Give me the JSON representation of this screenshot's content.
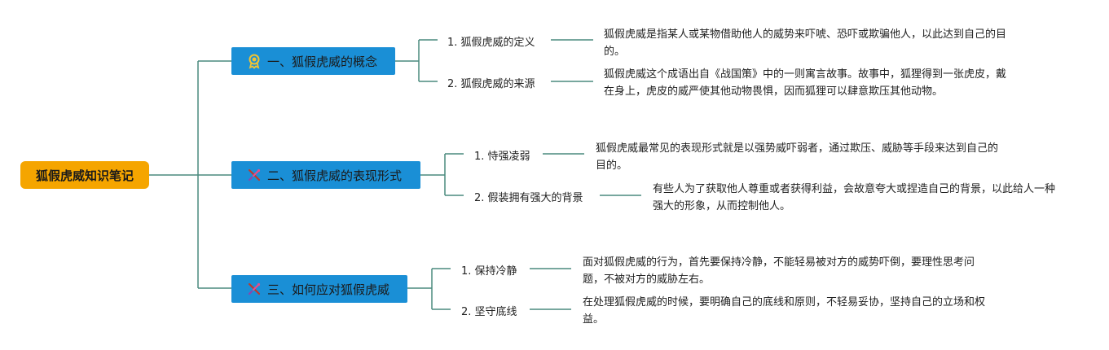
{
  "root": {
    "label": "狐假虎威知识笔记"
  },
  "colors": {
    "root_bg": "#f5a500",
    "topic_bg": "#1a8fd6",
    "connector": "#4a8a7e"
  },
  "topics": [
    {
      "label": "一、狐假虎威的概念",
      "icon": "ribbon-award-icon",
      "subs": [
        {
          "label": "1. 狐假虎威的定义",
          "desc": "狐假虎威是指某人或某物借助他人的威势来吓唬、恐吓或欺骗他人，以此达到自己的目的。"
        },
        {
          "label": "2. 狐假虎威的来源",
          "desc": "狐假虎威这个成语出自《战国策》中的一则寓言故事。故事中，狐狸得到一张虎皮，戴在身上，虎皮的威严使其他动物畏惧，因而狐狸可以肆意欺压其他动物。"
        }
      ]
    },
    {
      "label": "二、狐假虎威的表现形式",
      "icon": "crossed-tools-icon",
      "subs": [
        {
          "label": "1. 恃强凌弱",
          "desc": "狐假虎威最常见的表现形式就是以强势威吓弱者，通过欺压、威胁等手段来达到自己的目的。"
        },
        {
          "label": "2. 假装拥有强大的背景",
          "desc": "有些人为了获取他人尊重或者获得利益，会故意夸大或捏造自己的背景，以此给人一种强大的形象，从而控制他人。"
        }
      ]
    },
    {
      "label": "三、如何应对狐假虎威",
      "icon": "crossed-tools-icon",
      "subs": [
        {
          "label": "1. 保持冷静",
          "desc": "面对狐假虎威的行为，首先要保持冷静，不能轻易被对方的威势吓倒，要理性思考问题，不被对方的威胁左右。"
        },
        {
          "label": "2. 坚守底线",
          "desc": "在处理狐假虎威的时候，要明确自己的底线和原则，不轻易妥协，坚持自己的立场和权益。"
        }
      ]
    }
  ]
}
